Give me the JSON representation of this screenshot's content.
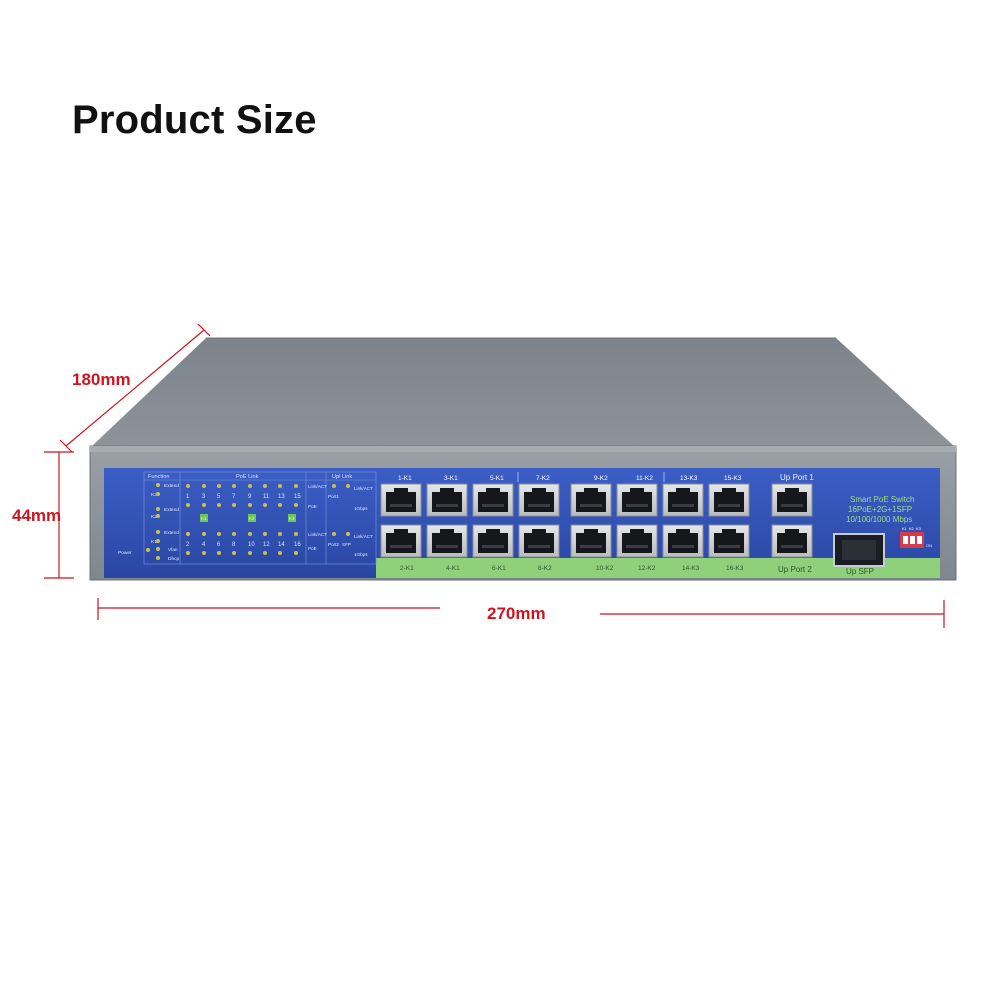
{
  "title": "Product Size",
  "dimensions": {
    "depth": "180mm",
    "height": "44mm",
    "width": "270mm"
  },
  "panel": {
    "brand_line1": "Smart PoE  Switch",
    "brand_line2": "16PoE+2G+1SFP",
    "brand_line3": "10/100/1000 Mbps",
    "top_port_labels": [
      "1-K1",
      "3-K1",
      "5-K1",
      "7-K2",
      "9-K2",
      "11-K2",
      "13-K3",
      "15-K3"
    ],
    "bottom_port_labels": [
      "2-K1",
      "4-K1",
      "6-K1",
      "8-K2",
      "10-K2",
      "12-K2",
      "14-K3",
      "16-K3"
    ],
    "uplink_top": "Up Port 1",
    "uplink_bottom": "Up Port 2",
    "sfp_label": "Up SFP",
    "led_groups": [
      "Function",
      "PoE Link",
      "Upl Link"
    ],
    "led_odd": [
      "1",
      "3",
      "5",
      "7",
      "9",
      "11",
      "13",
      "15"
    ],
    "led_even": [
      "2",
      "4",
      "6",
      "8",
      "10",
      "12",
      "14",
      "16"
    ],
    "led_left": [
      "Extend",
      "K3",
      "Extend",
      "K2",
      "Extend",
      "K1",
      "Vlan",
      "Dhcp",
      "Power"
    ],
    "led_right_top": [
      "Link/ACT",
      "PoE"
    ],
    "led_right_bottom": [
      "Link/ACT",
      "PoE"
    ],
    "upl_top": [
      "Port1",
      "Link/ACT",
      "1Gbps"
    ],
    "upl_bottom": [
      "Port2",
      "SFP",
      "Link/ACT",
      "1Gbps"
    ],
    "k_markers": [
      "K1",
      "K2",
      "K3"
    ],
    "dip_labels": [
      "K1",
      "K2",
      "K3"
    ],
    "dip_on": "ON"
  },
  "colors": {
    "dimension": "#d0141e",
    "chassis": "#8a9097",
    "panel_blue": "#2f4fb0",
    "port_green": "#8fd07a"
  }
}
